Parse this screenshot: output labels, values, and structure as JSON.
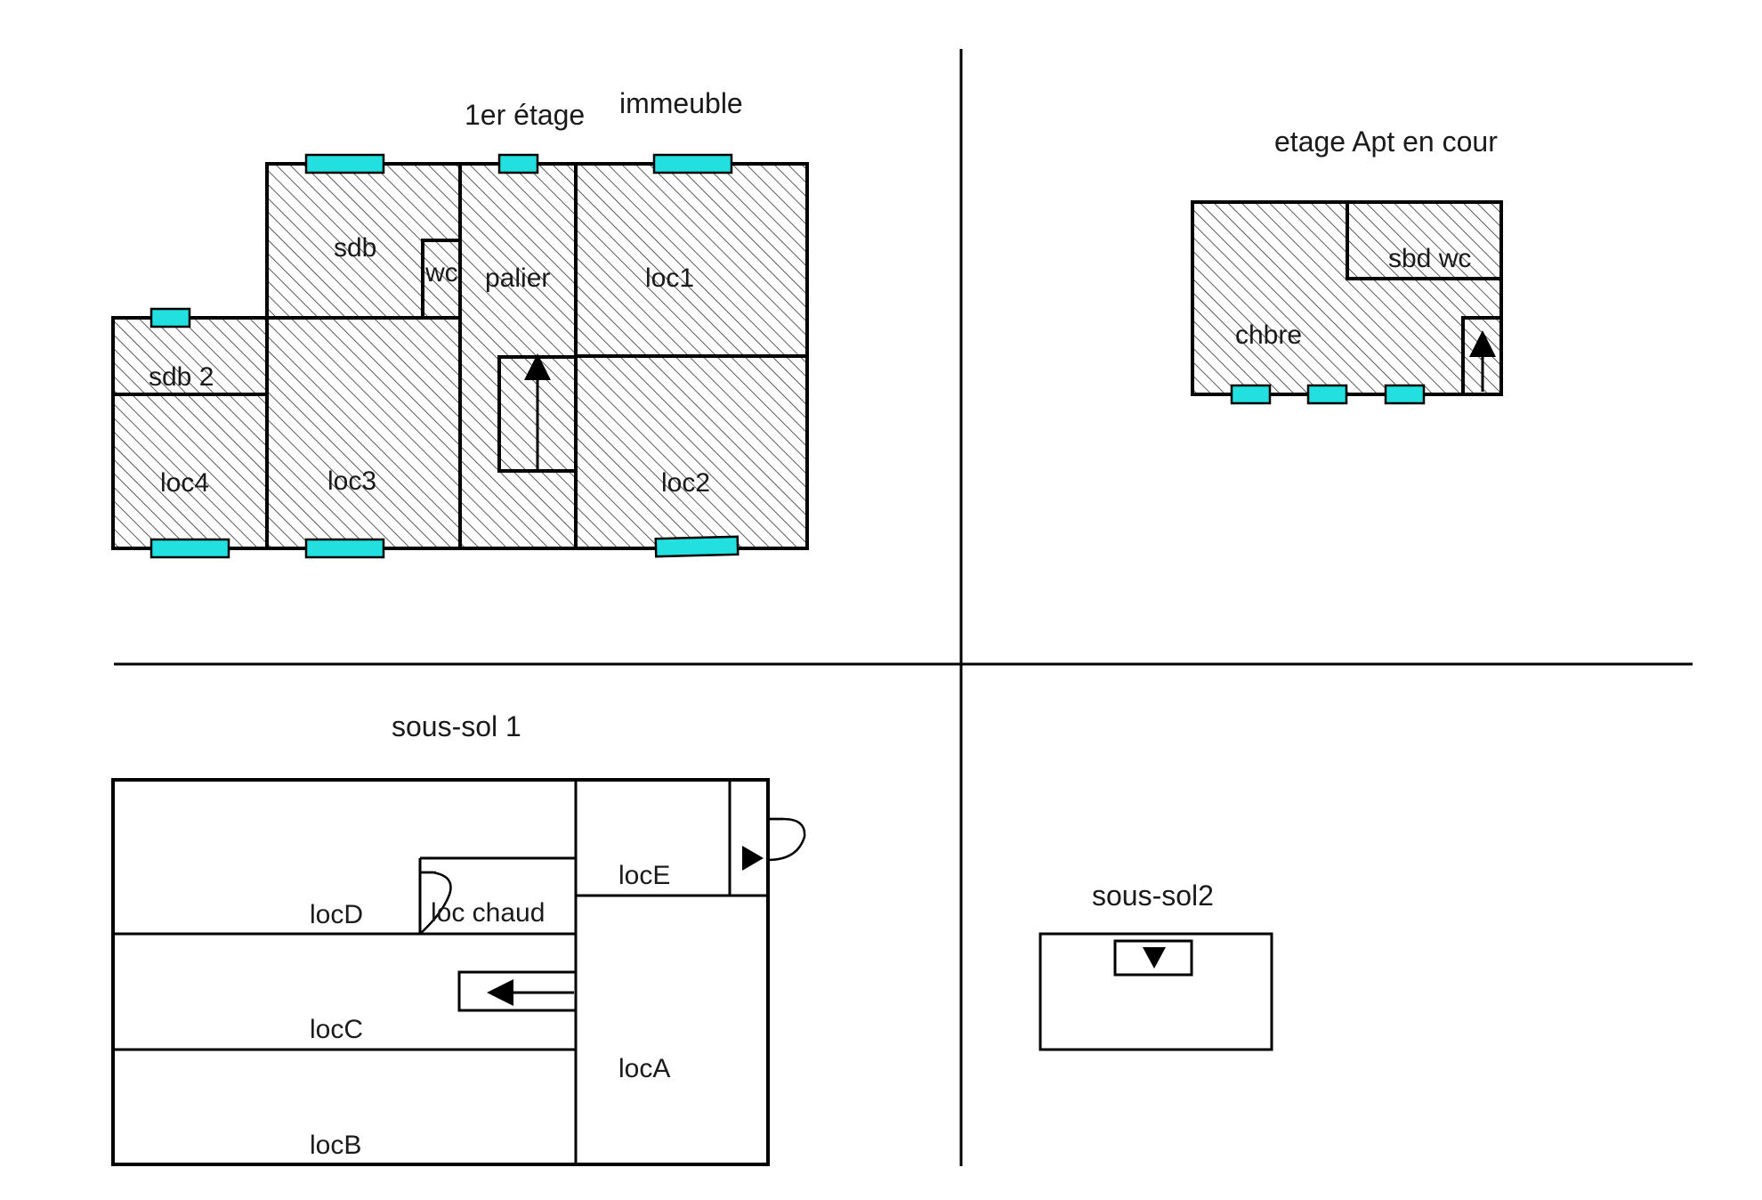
{
  "labels": {
    "premier_etage": "1er étage",
    "immeuble": "immeuble",
    "etage_apt": "etage Apt en cour",
    "sous_sol_1": "sous-sol 1",
    "sous_sol_2": "sous-sol2"
  },
  "rooms": {
    "sdb": "sdb",
    "wc": "wc",
    "palier": "palier",
    "loc1": "loc1",
    "sdb2": "sdb 2",
    "loc4": "loc4",
    "loc3": "loc3",
    "loc2": "loc2",
    "sbd_wc": "sbd wc",
    "chbre": "chbre",
    "locD": "locD",
    "loc_chaud": "loc chaud",
    "locE": "locE",
    "locC": "locC",
    "locA": "locA",
    "locB": "locB"
  },
  "colors": {
    "window": "#22e0e0",
    "wall": "#000000"
  }
}
